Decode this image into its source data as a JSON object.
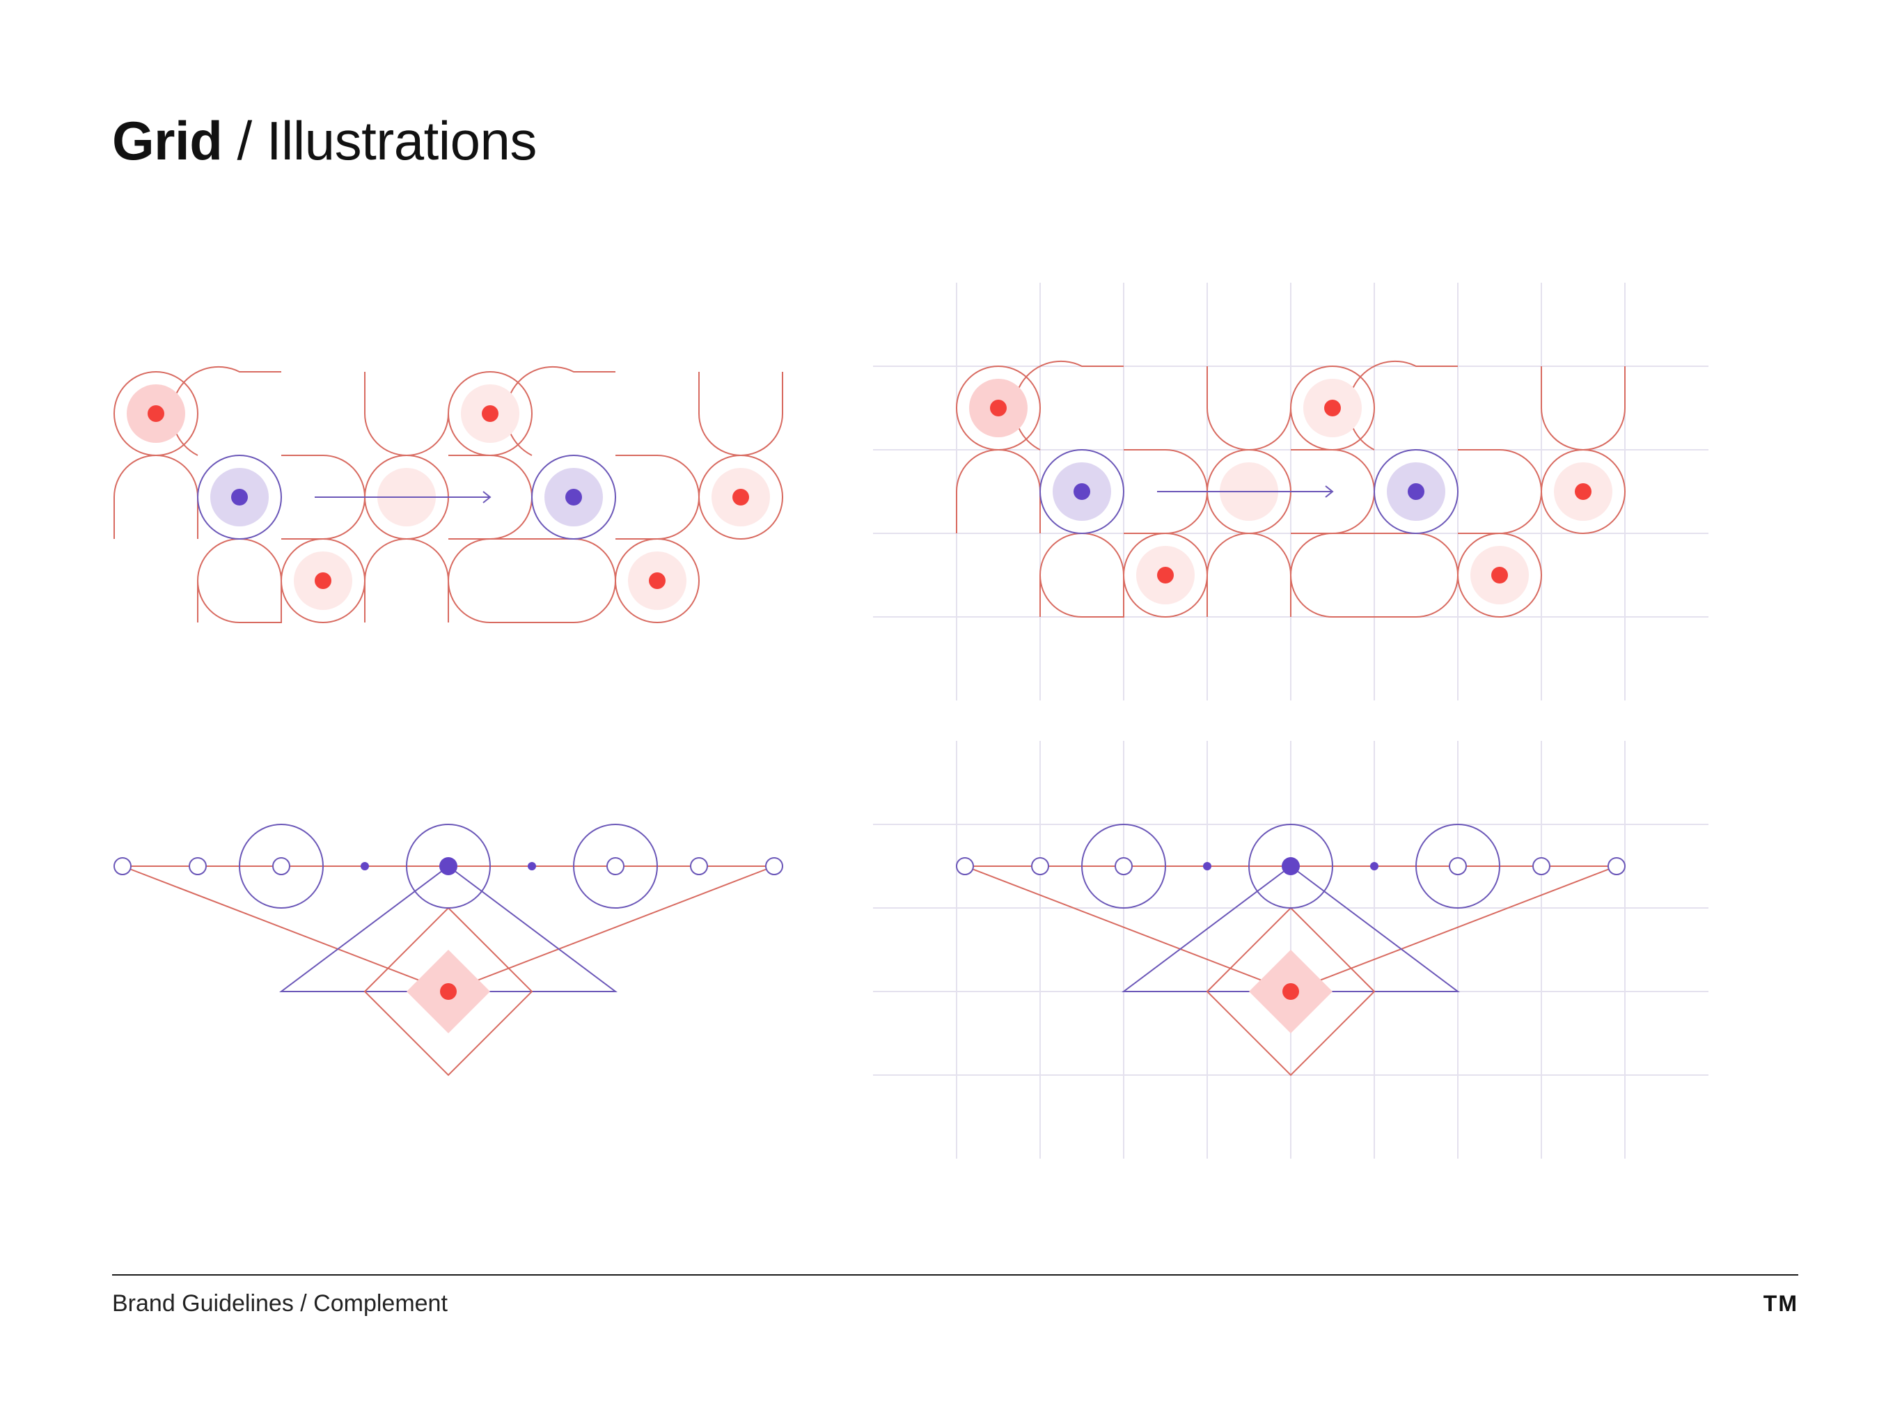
{
  "header": {
    "title_bold": "Grid",
    "title_rest": "/ Illustrations"
  },
  "footer": {
    "left_text": "Brand Guidelines / Complement",
    "logo_text": "TM"
  },
  "colors": {
    "red": "#f4403a",
    "red_stroke": "#d86a60",
    "red_fill": "#fbd0d0",
    "red_fill_light": "#fde9e8",
    "purple": "#6244c6",
    "purple_stroke": "#6b57b8",
    "purple_fill": "#ded6f1",
    "grid_line": "#e4e1ee"
  },
  "illustrations": [
    {
      "id": "pattern",
      "grid_overlay": false,
      "description_icon": "pattern-illustration"
    },
    {
      "id": "pattern",
      "grid_overlay": true,
      "description_icon": "pattern-illustration-with-grid"
    },
    {
      "id": "constellation",
      "grid_overlay": false,
      "description_icon": "constellation-illustration"
    },
    {
      "id": "constellation",
      "grid_overlay": true,
      "description_icon": "constellation-illustration-with-grid"
    }
  ]
}
